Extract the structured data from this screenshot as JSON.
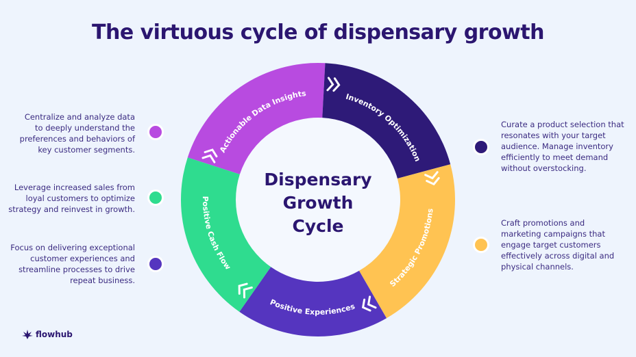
{
  "title": "The virtuous cycle of dispensary growth",
  "center": {
    "lines": [
      "Dispensary",
      "Growth",
      "Cycle"
    ]
  },
  "segments": [
    {
      "label": "Actionable Data Insights",
      "color": "#b84be0"
    },
    {
      "label": "Inventory Optimization",
      "color": "#2e1a78"
    },
    {
      "label": "Strategic Promotions",
      "color": "#ffc352"
    },
    {
      "label": "Positive Experiences",
      "color": "#5535bf"
    },
    {
      "label": "Positive Cash Flow",
      "color": "#2fdc8f"
    }
  ],
  "left": [
    {
      "lines": [
        "Centralize and analyze data",
        "to deeply understand the",
        "preferences and behaviors of",
        "key customer segments."
      ],
      "color": "#b84be0"
    },
    {
      "lines": [
        "Leverage increased sales from",
        "loyal customers to optimize",
        "strategy and reinvest in growth."
      ],
      "color": "#2fdc8f"
    },
    {
      "lines": [
        "Focus on delivering exceptional",
        "customer experiences and",
        "streamline processes to drive",
        "repeat business."
      ],
      "color": "#5535bf"
    }
  ],
  "right": [
    {
      "lines": [
        "Curate a product selection that",
        "resonates with your target",
        "audience. Manage inventory",
        "efficiently to meet demand",
        "without overstocking."
      ],
      "color": "#2e1a78"
    },
    {
      "lines": [
        "Craft promotions and",
        "marketing campaigns that",
        "engage target customers",
        "effectively across digital and",
        "physical channels."
      ],
      "color": "#ffc352"
    }
  ],
  "logo": {
    "text": "flowhub",
    "icon": "cannabis-leaf-icon"
  }
}
